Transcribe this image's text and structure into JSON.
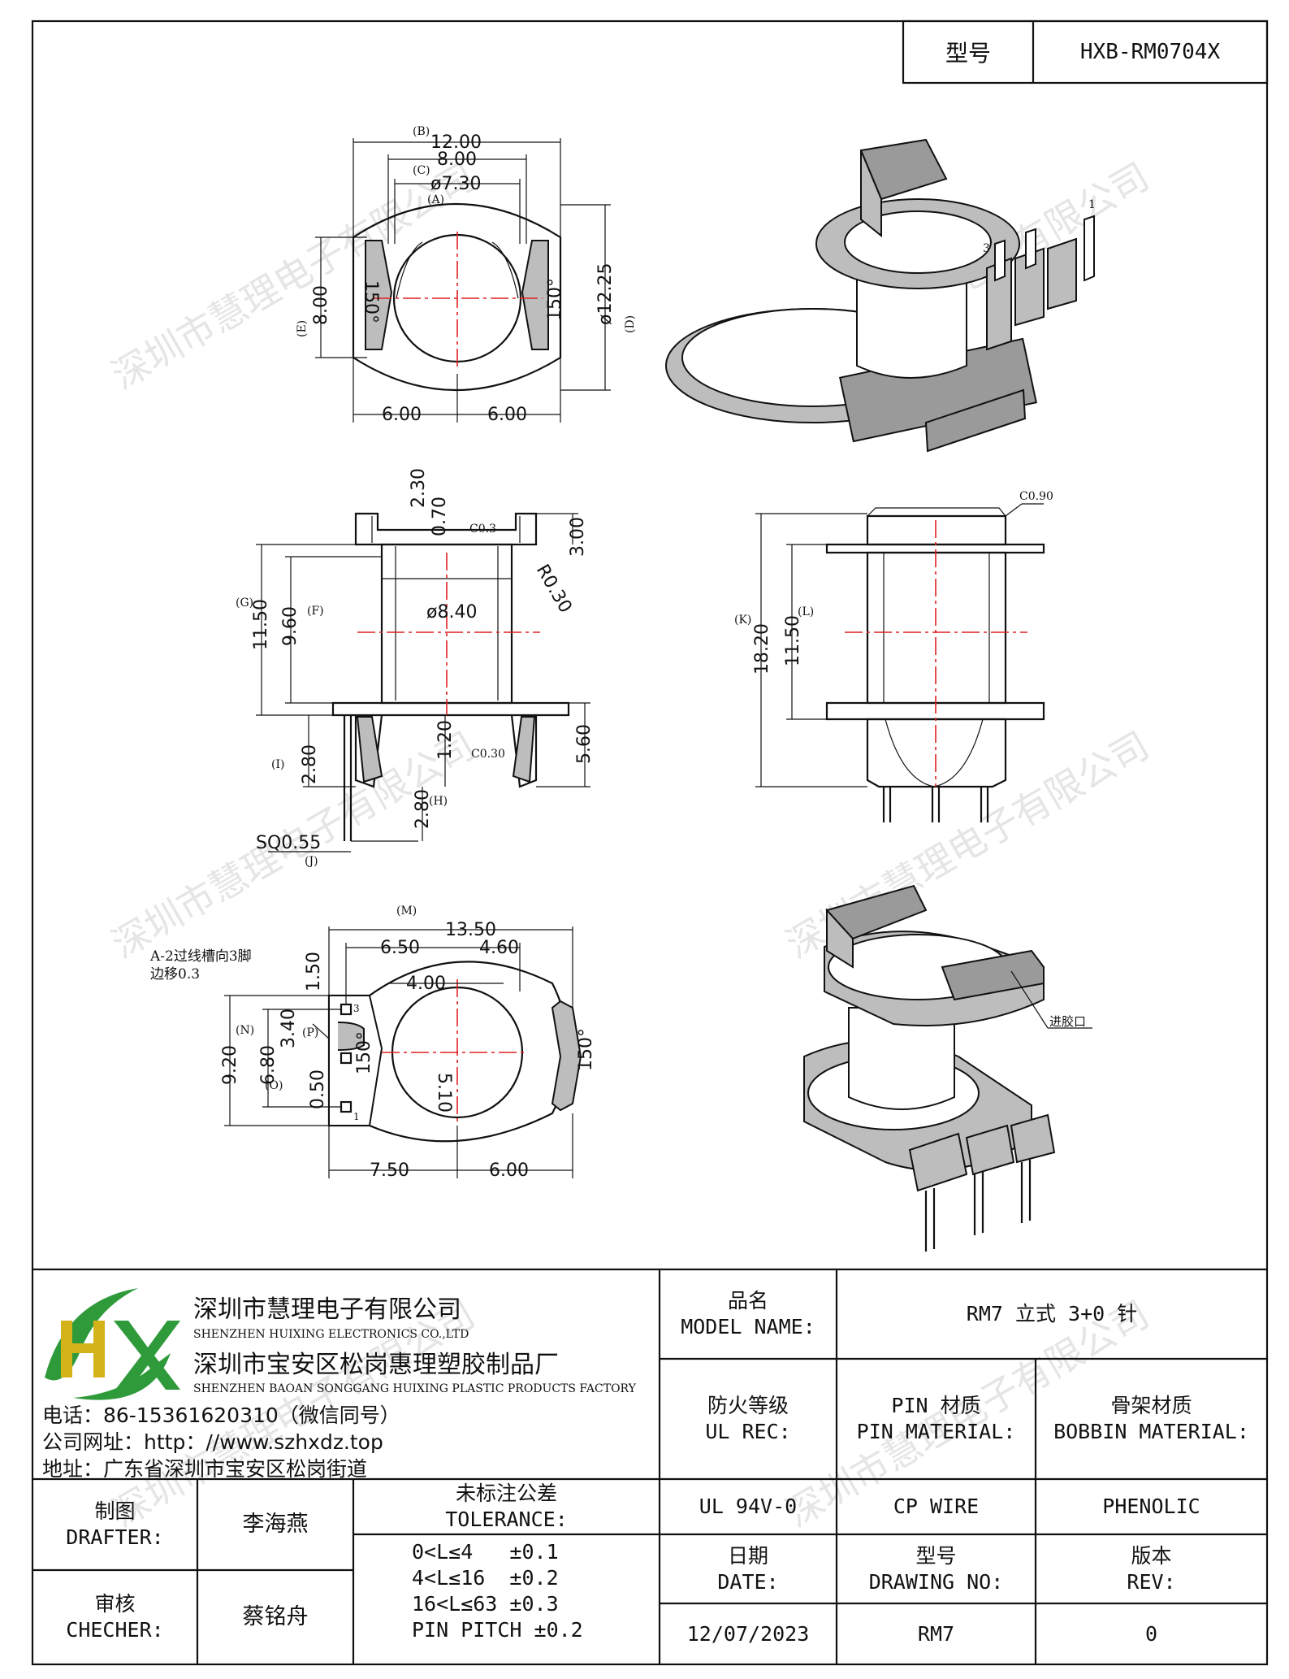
{
  "header": {
    "model_label": "型号",
    "model_value": "HXB-RM0704X"
  },
  "watermark": "深圳市慧理电子有限公司",
  "dims": {
    "top": {
      "d_12": "12.00",
      "d_8": "8.00",
      "d_730": "ø7.30",
      "d_1225": "ø12.25",
      "d_8v": "8.00",
      "ang_l": "150°",
      "ang_r": "150°",
      "d_6l": "6.00",
      "d_6r": "6.00",
      "B": "(B)",
      "C": "(C)",
      "A": "(A)",
      "E": "(E)",
      "D": "(D)"
    },
    "front": {
      "d_230": "2.30",
      "d_070": "0.70",
      "c03": "C0.3",
      "d_300": "3.00",
      "r030": "R0.30",
      "d_840": "ø8.40",
      "d_1150": "11.50",
      "d_960": "9.60",
      "d_120": "1.20",
      "c030": "C0.30",
      "d_560": "5.60",
      "d_280l": "2.80",
      "d_280b": "2.80",
      "sq": "SQ0.55",
      "G": "(G)",
      "F": "(F)",
      "I": "(I)",
      "H": "(H)",
      "J": "(J)"
    },
    "side": {
      "c090": "C0.90",
      "d_1820": "18.20",
      "d_1150": "11.50",
      "K": "(K)",
      "L": "(L)"
    },
    "bottom": {
      "d_1350": "13.50",
      "d_650": "6.50",
      "d_460": "4.60",
      "d_400": "4.00",
      "d_150v": "1.50",
      "d_340": "3.40",
      "d_920": "9.20",
      "d_680": "6.80",
      "d_050": "0.50",
      "d_150": "150°",
      "d_510": "5.10",
      "d_150r": "150°",
      "d_750": "7.50",
      "d_600": "6.00",
      "M": "(M)",
      "N": "(N)",
      "P": "(P)",
      "O": "(O)",
      "note1": "A-2过线槽向3脚",
      "note2": "边移0.3",
      "pin3": "3",
      "pin1": "1"
    },
    "iso": {
      "pin1": "1",
      "pin3": "3",
      "gate": "进胶口"
    }
  },
  "company": {
    "name_cn": "深圳市慧理电子有限公司",
    "name_en": "SHENZHEN HUIXING ELECTRONICS CO.,LTD",
    "factory_cn": "深圳市宝安区松岗惠理塑胶制品厂",
    "factory_en": "SHENZHEN BAOAN SONGGANG HUIXING PLASTIC PRODUCTS FACTORY",
    "phone": "电话：86-15361620310（微信同号）",
    "website": "公司网址：http：//www.szhxdz.top",
    "address": "地址：广东省深圳市宝安区松岗街道",
    "logo_letters": "HX"
  },
  "titleblock": {
    "model_name_cn": "品名",
    "model_name_en": "MODEL NAME:",
    "model_name_value": "RM7 立式 3+0 针",
    "ul_cn": "防火等级",
    "ul_en": "UL REC:",
    "pin_cn": "PIN 材质",
    "pin_en": "PIN MATERIAL:",
    "bobbin_cn": "骨架材质",
    "bobbin_en": "BOBBIN MATERIAL:",
    "ul_value": "UL 94V-0",
    "pin_value": "CP WIRE",
    "bobbin_value": "PHENOLIC",
    "drafter_cn": "制图",
    "drafter_en": "DRAFTER:",
    "drafter_value": "李海燕",
    "checker_cn": "审核",
    "checker_en": "CHECHER:",
    "checker_value": "蔡铭舟",
    "tolerance_cn": "未标注公差",
    "tolerance_en": "TOLERANCE:",
    "tol_lines": [
      "0<L≤4   ±0.1",
      "4<L≤16  ±0.2",
      "16<L≤63 ±0.3",
      "PIN PITCH ±0.2"
    ],
    "date_cn": "日期",
    "date_en": "DATE:",
    "date_value": "12/07/2023",
    "drawing_cn": "型号",
    "drawing_en": "DRAWING NO:",
    "drawing_value": "RM7",
    "rev_cn": "版本",
    "rev_en": "REV:",
    "rev_value": "0"
  }
}
